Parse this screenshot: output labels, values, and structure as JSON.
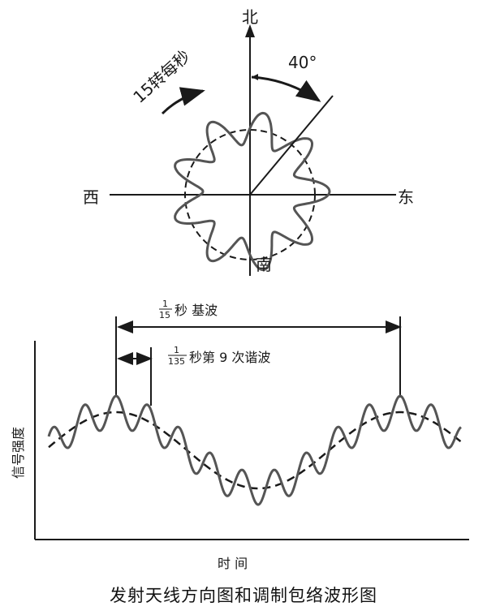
{
  "polar": {
    "north": "北",
    "south": "南",
    "east": "东",
    "west": "西",
    "rotation": "15转每秒",
    "angle": "40°"
  },
  "waveform": {
    "fundamental_fraction": {
      "num": "1",
      "den": "15"
    },
    "fundamental_label": "秒  基波",
    "harmonic_fraction": {
      "num": "1",
      "den": "135"
    },
    "harmonic_label": "秒第 9 次谐波",
    "y_axis_label": "信号强度",
    "x_axis_label": "时    间"
  },
  "caption": "发射天线方向图和调制包络波形图",
  "colors": {
    "ink": "#1a1a1a",
    "pattern": "#555555"
  }
}
